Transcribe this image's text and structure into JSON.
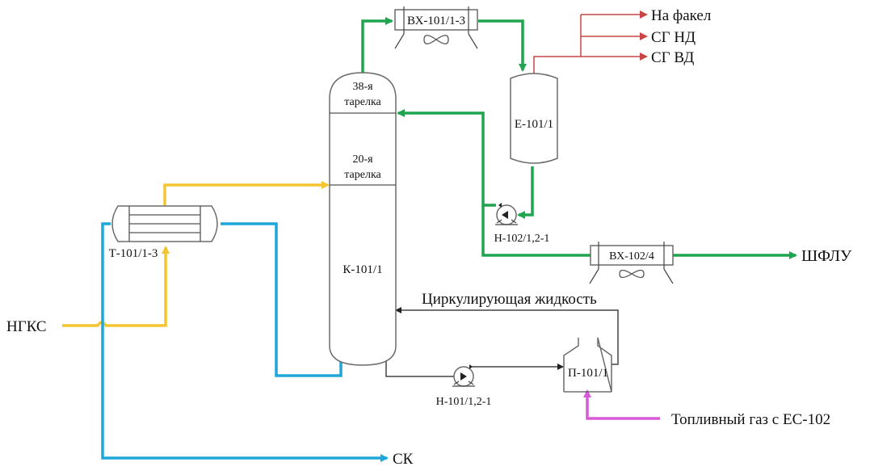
{
  "colors": {
    "green": "#1fa44f",
    "yellow": "#f5c531",
    "blue": "#1ea7d8",
    "red": "#c94545",
    "magenta": "#d95ad9",
    "black": "#333333"
  },
  "equipment": {
    "column": {
      "tag": "К-101/1",
      "tray_top_num": "38-я",
      "tray_top_word": "тарелка",
      "tray_mid_num": "20-я",
      "tray_mid_word": "тарелка"
    },
    "air_cooler_top": {
      "tag": "ВХ-101/1-3"
    },
    "separator": {
      "tag": "Е-101/1"
    },
    "pump_reflux": {
      "tag": "Н-102/1,2-1"
    },
    "air_cooler_product": {
      "tag": "ВХ-102/4"
    },
    "heat_exchanger": {
      "tag": "Т-101/1-3"
    },
    "pump_bottom": {
      "tag": "Н-101/1,2-1"
    },
    "furnace": {
      "tag": "П-101/1"
    }
  },
  "streams": {
    "flare": "На факел",
    "lp_gas": "СГ НД",
    "hp_gas": "СГ ВД",
    "product": "ШФЛУ",
    "feed": "НГКС",
    "circulating": "Циркулирующая жидкость",
    "fuel_gas": "Топливный газ с ЕС-102",
    "bottoms": "СК"
  }
}
